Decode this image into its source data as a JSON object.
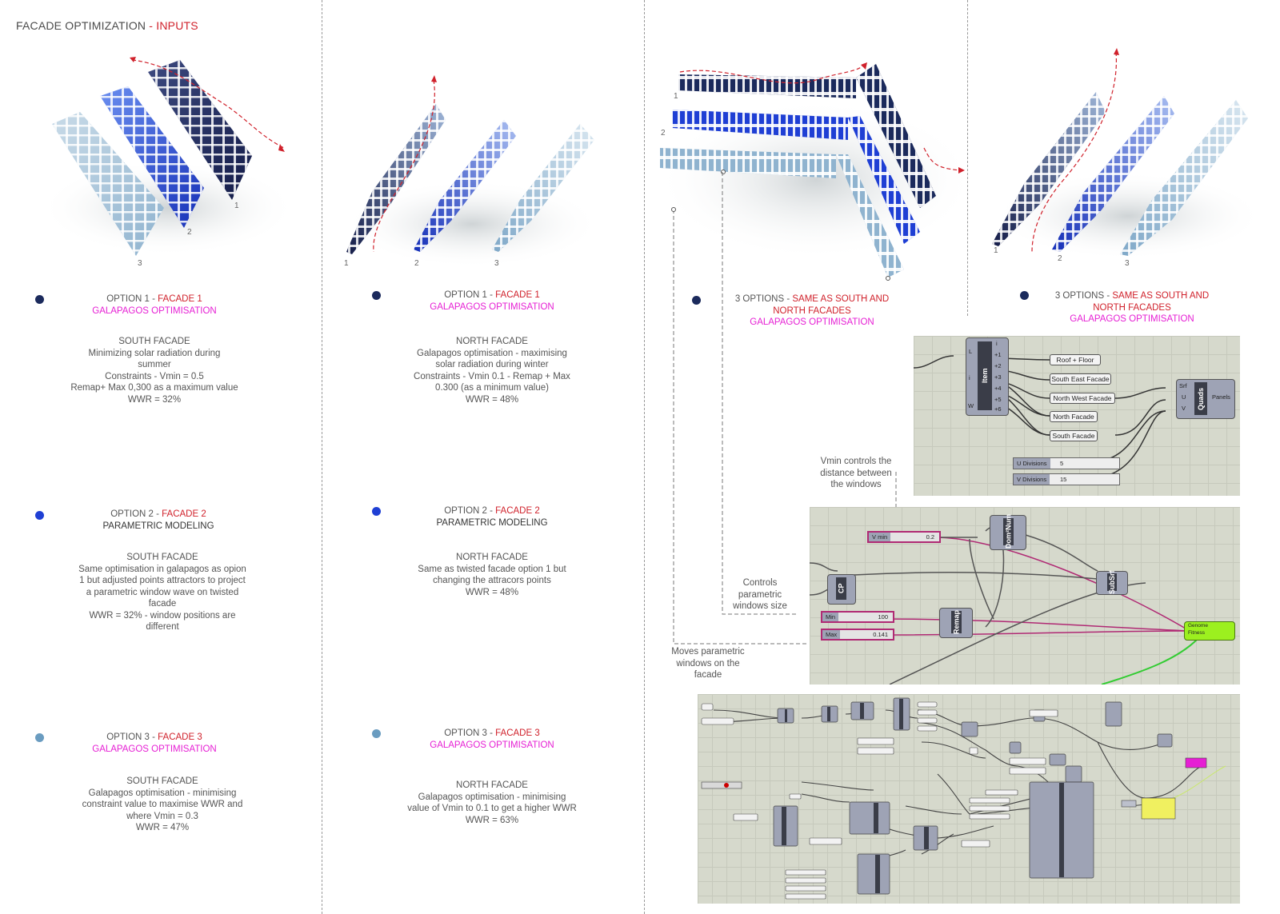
{
  "header": {
    "title_main": "FACADE OPTIMIZATION",
    "title_sep": " - ",
    "title_accent": "INPUTS"
  },
  "colors": {
    "accent_red": "#d0212b",
    "accent_magenta": "#e61fd4",
    "dark_blue": "#1b2a5c",
    "mid_blue": "#1f3fd4",
    "light_blue": "#6a9cc0"
  },
  "col1": {
    "opt1": {
      "prefix": "OPTION 1 - ",
      "facade": "FACADE 1",
      "sub": "GALAPAGOS OPTIMISATION",
      "lines": [
        "SOUTH FACADE",
        "Minimizing solar radiation during",
        "summer",
        "Constraints - Vmin = 0.5",
        "Remap+ Max 0,300 as a maximum value",
        "WWR = 32%"
      ]
    },
    "opt2": {
      "prefix": "OPTION 2 - ",
      "facade": "FACADE 2",
      "sub": "PARAMETRIC MODELING",
      "lines": [
        "SOUTH FACADE",
        "Same optimisation in galapagos as opion",
        "1 but adjusted points attractors to project",
        "a parametric window wave on twisted",
        "facade",
        "WWR = 32% - window positions are",
        "different"
      ]
    },
    "opt3": {
      "prefix": "OPTION 3 - ",
      "facade": "FACADE 3",
      "sub": "GALAPAGOS OPTIMISATION",
      "lines": [
        "SOUTH FACADE",
        "Galapagos optimisation - minimising",
        "constraint value to maximise WWR and",
        "where Vmin = 0.3",
        "WWR = 47%"
      ]
    }
  },
  "col2": {
    "opt1": {
      "prefix": "OPTION 1 - ",
      "facade": "FACADE 1",
      "sub": "GALAPAGOS OPTIMISATION",
      "lines": [
        "NORTH FACADE",
        "Galapagos optimisation - maximising",
        "solar radiation during winter",
        "Constraints - Vmin 0.1 - Remap + Max",
        "0.300 (as a minimum value)",
        "WWR = 48%"
      ]
    },
    "opt2": {
      "prefix": "OPTION 2 - ",
      "facade": "FACADE 2",
      "sub": "PARAMETRIC MODELING",
      "lines": [
        "NORTH FACADE",
        "Same as twisted facade option 1 but",
        "changing the attracors points",
        "WWR = 48%"
      ]
    },
    "opt3": {
      "prefix": "OPTION 3 - ",
      "facade": "FACADE 3",
      "sub": "GALAPAGOS OPTIMISATION",
      "lines": [
        "NORTH FACADE",
        "Galapagos optimisation - minimising",
        "value of Vmin to 0.1 to get a higher WWR",
        "WWR = 63%"
      ]
    }
  },
  "col3": {
    "prefix": "3 OPTIONS - ",
    "red1": "SAME AS SOUTH AND",
    "red2": "NORTH FACADES",
    "sub": "GALAPAGOS OPTIMISATION"
  },
  "col4": {
    "prefix": "3 OPTIONS - ",
    "red1": "SAME AS SOUTH AND",
    "red2": "NORTH FACADES",
    "sub": "GALAPAGOS OPTIMISATION"
  },
  "illus_labels": {
    "one": "1",
    "two": "2",
    "three": "3"
  },
  "notes": {
    "vmin": [
      "Vmin controls the",
      "distance between",
      "the windows"
    ],
    "controls": [
      "Controls",
      "parametric",
      "windows size"
    ],
    "moves": [
      "Moves parametric",
      "windows on the",
      "facade"
    ]
  },
  "gh1": {
    "item": "Item",
    "in_l": "L",
    "in_i": "i",
    "in_w": "W",
    "outs": [
      "i",
      "+1",
      "+2",
      "+3",
      "+4",
      "+5",
      "+6"
    ],
    "tags": [
      "Roof + Floor",
      "South East Facade",
      "North West Facade",
      "North Facade",
      "South Facade"
    ],
    "quads": "Quads",
    "q_in": [
      "Srf",
      "U",
      "V"
    ],
    "q_out": "Panels",
    "u_label": "U Divisions",
    "u_val": "5",
    "v_label": "V Divisions",
    "v_val": "15"
  },
  "gh2": {
    "vmin_label": "V min",
    "vmin_val": "0.2",
    "min_label": "Min",
    "min_val": "100",
    "max_label": "Max",
    "max_val": "0.141",
    "cp": "CP",
    "remap": "Remap",
    "dom": "Dom²Num",
    "subsrf": "SubSrf",
    "genome": "Genome",
    "fitness": "Fitness"
  }
}
